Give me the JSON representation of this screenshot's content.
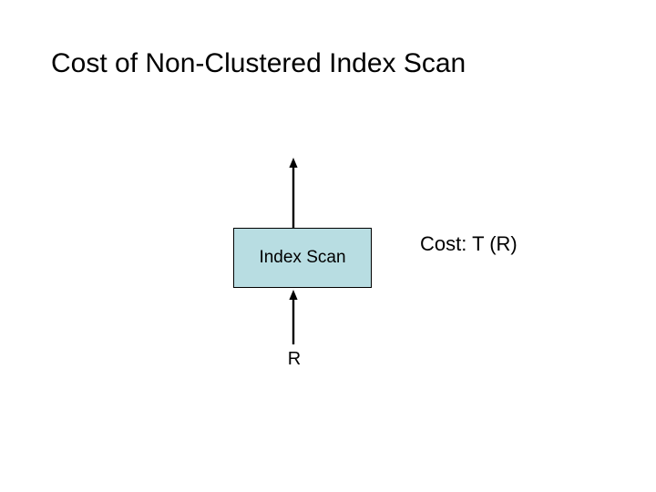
{
  "slide": {
    "title": "Cost of Non-Clustered Index Scan",
    "background_color": "#ffffff",
    "text_color": "#000000"
  },
  "diagram": {
    "type": "query-plan-tree",
    "operator": {
      "label": "Index Scan",
      "fill_color": "#b8dde2",
      "border_color": "#000000"
    },
    "input_label": "R",
    "edges": [
      {
        "name": "output-arrow",
        "direction": "up",
        "from": "operator",
        "to": "parent"
      },
      {
        "name": "input-arrow",
        "direction": "up",
        "from": "R",
        "to": "operator"
      }
    ]
  },
  "annotation": {
    "cost_label": "Cost: T (R)"
  }
}
